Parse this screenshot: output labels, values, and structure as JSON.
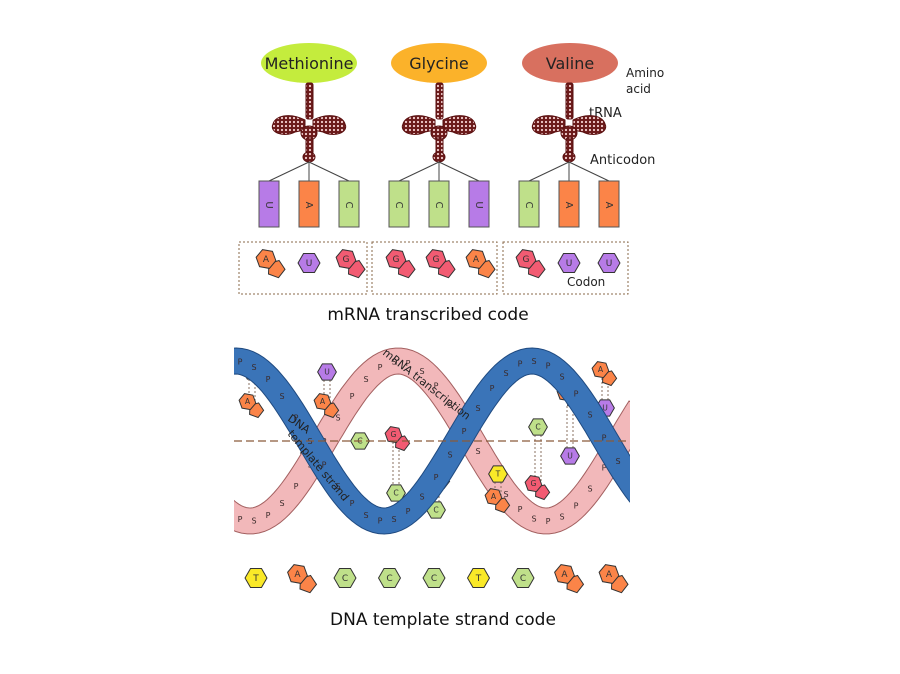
{
  "amino_acids": [
    {
      "name": "Methionine",
      "color": "#c4ec3d"
    },
    {
      "name": "Glycine",
      "color": "#fbb22a"
    },
    {
      "name": "Valine",
      "color": "#d8705f"
    }
  ],
  "labels": {
    "amino_line1": "Amino",
    "amino_line2": "acid",
    "trna": "tRNA",
    "anticodon": "Anticodon",
    "codon": "Codon",
    "mrna_title": "mRNA transcribed code",
    "mrna_transcription": "mRNA transcription",
    "dna_template_line1": "DNA",
    "dna_template_line2": "template strand",
    "dna_title": "DNA template strand code"
  },
  "anticodons": [
    [
      "U",
      "A",
      "C"
    ],
    [
      "C",
      "C",
      "U"
    ],
    [
      "C",
      "A",
      "A"
    ]
  ],
  "codons": [
    [
      "A",
      "U",
      "G"
    ],
    [
      "G",
      "G",
      "A"
    ],
    [
      "G",
      "U",
      "U"
    ]
  ],
  "dna_template_bases": [
    "T",
    "A",
    "C",
    "C",
    "C",
    "T",
    "C",
    "A",
    "A"
  ],
  "backbone_letters": {
    "phosphate": "P",
    "sugar": "S"
  },
  "colors": {
    "U": "#b77be7",
    "A": "#fb8448",
    "C": "#bfe08a",
    "G": "#f25b72",
    "T": "#fae928",
    "blue_strand": "#3a74b8",
    "pink_strand": "#f2b8ba",
    "trna": "#b97b7d"
  }
}
